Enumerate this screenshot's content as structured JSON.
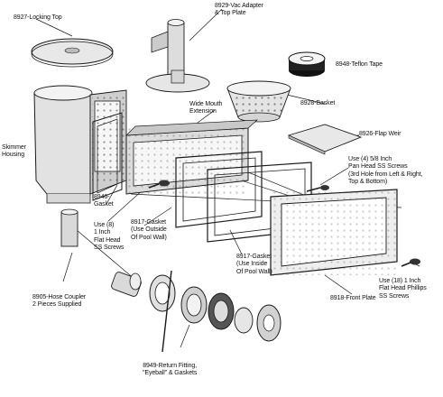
{
  "labels": {
    "locking_top": [
      "8927-Locking Top"
    ],
    "vac_adapter": [
      "8929-Vac Adapter",
      "& Top Plate"
    ],
    "teflon_tape": [
      "8948-Teflon Tape"
    ],
    "wide_mouth": [
      "Wide Mouth",
      "Extension"
    ],
    "basket": [
      "8928-Basket"
    ],
    "flap_weir": [
      "8926-Flap Weir"
    ],
    "skimmer_housing": [
      "Skimmer",
      "Housing"
    ],
    "pan_head_screws": [
      "Use (4) 5/8 Inch",
      "Pan Head SS Screws",
      "(3rd Hole from Left & Right,",
      "Top & Bottom)"
    ],
    "gasket_8946": [
      "8946-",
      "Gasket"
    ],
    "flat_head_screws": [
      "Use (8)",
      "1 Inch",
      "Flat Head",
      "SS Screws"
    ],
    "gasket_outside": [
      "8917-Gasket",
      "(Use Outside",
      "Of Pool Wall)"
    ],
    "gasket_inside": [
      "8917-Gasket",
      "(Use Inside",
      "Of Pool Wall)"
    ],
    "hose_coupler": [
      "8905-Hose Coupler",
      "2 Pieces Supplied"
    ],
    "front_plate": [
      "8918-Front Plate"
    ],
    "phillips_screws": [
      "Use (18) 1 Inch",
      "Flat Head Phillips",
      "SS Screws"
    ],
    "return_fitting": [
      "8949-Return Fitting,",
      "\"Eyeball\" & Gaskets"
    ]
  },
  "colors": {
    "line": "#1a1a1a",
    "part_fill": "#e3e3e3",
    "part_shade": "#9a9a9a",
    "background": "#ffffff"
  }
}
